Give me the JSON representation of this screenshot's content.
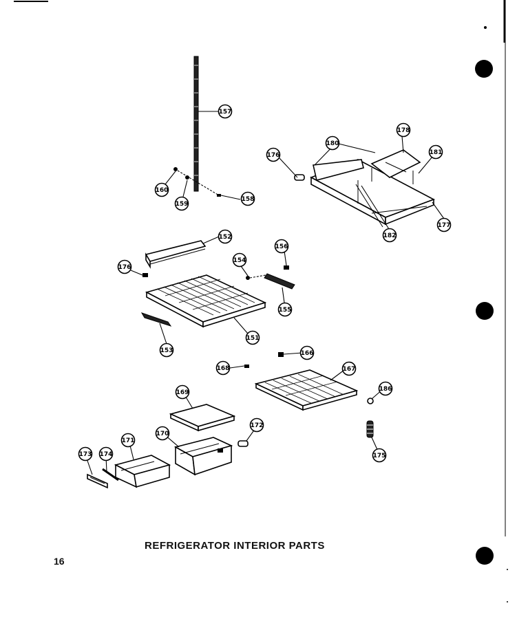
{
  "title": "REFRIGERATOR INTERIOR PARTS",
  "page_number": "16",
  "callouts": {
    "c157": "157",
    "c160": "160",
    "c159": "159",
    "c158": "158",
    "c176a": "176",
    "c180": "180",
    "c178": "178",
    "c181": "181",
    "c182": "182",
    "c177": "177",
    "c152": "152",
    "c176b": "176",
    "c156": "156",
    "c154": "154",
    "c155": "155",
    "c153": "153",
    "c151": "151",
    "c168": "168",
    "c166": "166",
    "c167": "167",
    "c186": "186",
    "c169": "169",
    "c172": "172",
    "c175": "175",
    "c173": "173",
    "c174": "174",
    "c171": "171",
    "c170": "170"
  }
}
